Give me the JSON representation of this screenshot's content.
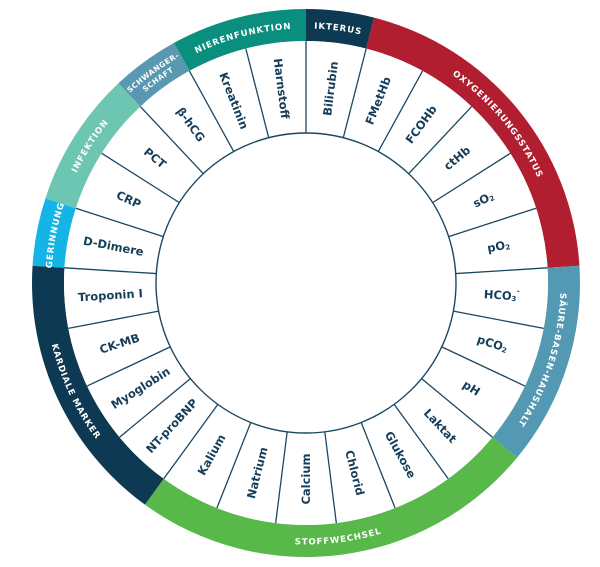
{
  "colors": {
    "segment_text": "#163e5a",
    "divider": "#1b4763",
    "segment_fill": "#ffffff"
  },
  "segments": [
    {
      "label": "Bilirubin"
    },
    {
      "label": "FMetHb"
    },
    {
      "label": "FCOHb"
    },
    {
      "label": "ctHb"
    },
    {
      "label": "sO",
      "sub": "2"
    },
    {
      "label": "pO",
      "sub": "2"
    },
    {
      "label": "HCO",
      "sub": "3",
      "sup": "-"
    },
    {
      "label": "pCO",
      "sub": "2"
    },
    {
      "label": "pH"
    },
    {
      "label": "Laktat"
    },
    {
      "label": "Glukose"
    },
    {
      "label": "Chlorid"
    },
    {
      "label": "Calcium"
    },
    {
      "label": "Natrium"
    },
    {
      "label": "Kalium"
    },
    {
      "label": "NT-proBNP"
    },
    {
      "label": "Myoglobin"
    },
    {
      "label": "CK-MB"
    },
    {
      "label": "Troponin I"
    },
    {
      "label": "D-Dimere"
    },
    {
      "label": "CRP"
    },
    {
      "label": "PCT"
    },
    {
      "label": "β-hCG"
    },
    {
      "label": "Kreatinin"
    },
    {
      "label": "Harnstoff"
    }
  ],
  "groups": [
    {
      "lines": [
        "IKTERUS"
      ],
      "color": "#0d3a52",
      "start": 0,
      "count": 1
    },
    {
      "lines": [
        "OXYGENIERUNGSSTATUS"
      ],
      "color": "#b01e2f",
      "start": 1,
      "count": 5
    },
    {
      "lines": [
        "SÄURE-BASEN-HAUSHALT"
      ],
      "color": "#5499b4",
      "start": 6,
      "count": 3
    },
    {
      "lines": [
        "STOFFWECHSEL"
      ],
      "color": "#58b84a",
      "start": 9,
      "count": 6
    },
    {
      "lines": [
        "KARDIALE MARKER"
      ],
      "color": "#0d3a52",
      "start": 15,
      "count": 4
    },
    {
      "lines": [
        "GERINNUNG"
      ],
      "color": "#14b4e6",
      "start": 19,
      "count": 1
    },
    {
      "lines": [
        "INFEKTION"
      ],
      "color": "#6cc6b1",
      "start": 20,
      "count": 2
    },
    {
      "lines": [
        "SCHWANGER-",
        "SCHAFT"
      ],
      "color": "#5a98b1",
      "start": 22,
      "count": 1
    },
    {
      "lines": [
        "NIERENFUNKTION"
      ],
      "color": "#0a8f7f",
      "start": 23,
      "count": 2
    }
  ]
}
